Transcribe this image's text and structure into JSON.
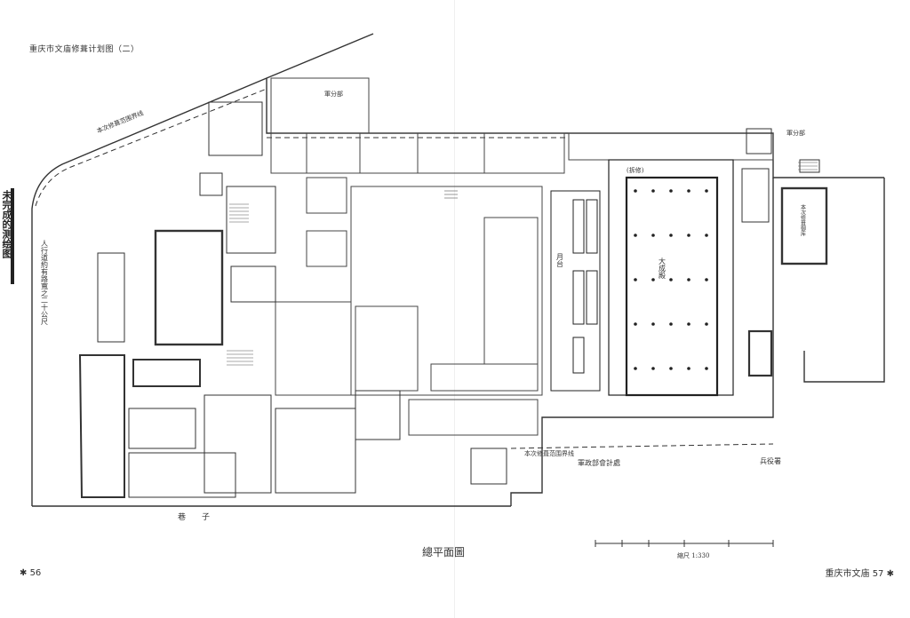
{
  "header": {
    "title": "重庆市文庙修葺计划图（二）"
  },
  "side_tab": {
    "text": "未完成的测绘图"
  },
  "footer": {
    "left_page": "56",
    "right_section": "重庆市文庙",
    "right_page": "57"
  },
  "plan": {
    "title": "總平面圖",
    "scale_text": "縮尺 1:330",
    "street_labels": {
      "alley": "巷　　子",
      "west_road": "人行道約有路寬之二十公尺",
      "wall_line_top": "本次修葺范围界线",
      "wall_line_south": "本次修葺范围界线"
    },
    "area_labels": {
      "north_edge": "軍分部",
      "east_edge": "軍分部",
      "south_office": "軍政部會計處",
      "south_east": "兵役署",
      "main_hall": "大成殿",
      "courtyard": "月台",
      "east_building": "本次修葺御库",
      "hall_tag": "(拆修)"
    }
  }
}
